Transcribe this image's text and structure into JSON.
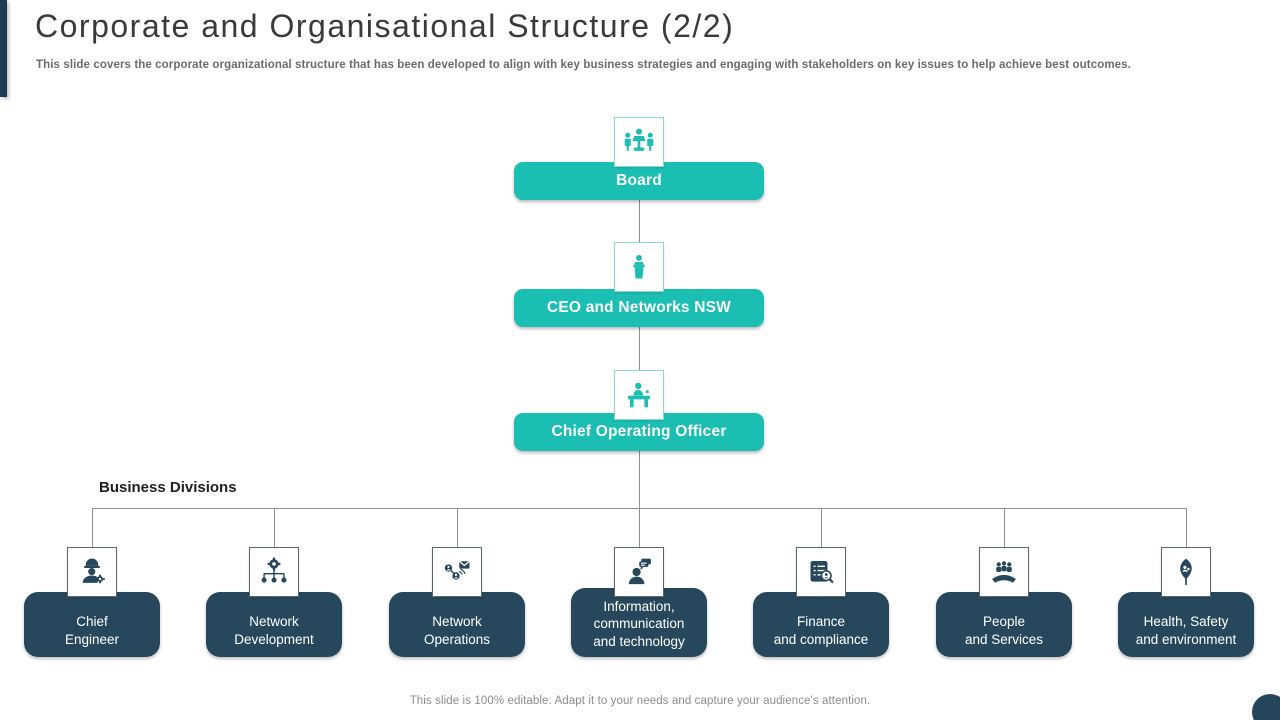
{
  "slide": {
    "title": "Corporate and Organisational Structure (2/2)",
    "subtitle": "This slide covers the corporate organizational structure that has been developed to align with key business strategies and engaging with stakeholders on key issues to help achieve best outcomes.",
    "footer": "This slide is 100% editable. Adapt it to your needs and capture your audience's attention."
  },
  "colors": {
    "teal": "#1bbeb2",
    "dark_slate": "#27485c",
    "accent_bar": "#1d3d50",
    "connector": "#8f8f8f"
  },
  "org": {
    "top_nodes": [
      {
        "label": "Board",
        "icon": "board-meeting-icon"
      },
      {
        "label": "CEO and Networks NSW",
        "icon": "ceo-podium-icon"
      },
      {
        "label": "Chief Operating Officer",
        "icon": "coo-desk-icon"
      }
    ],
    "section_label": "Business Divisions",
    "divisions": [
      {
        "label": "Chief\nEngineer",
        "icon": "engineer-icon"
      },
      {
        "label": "Network\nDevelopment",
        "icon": "network-development-icon"
      },
      {
        "label": "Network\nOperations",
        "icon": "network-operations-icon"
      },
      {
        "label": "Information,\ncommunication\nand technology",
        "icon": "communication-icon"
      },
      {
        "label": "Finance\nand compliance",
        "icon": "finance-compliance-icon"
      },
      {
        "label": "People\nand Services",
        "icon": "people-services-icon"
      },
      {
        "label": "Health, Safety\nand environment",
        "icon": "health-safety-icon"
      }
    ]
  }
}
